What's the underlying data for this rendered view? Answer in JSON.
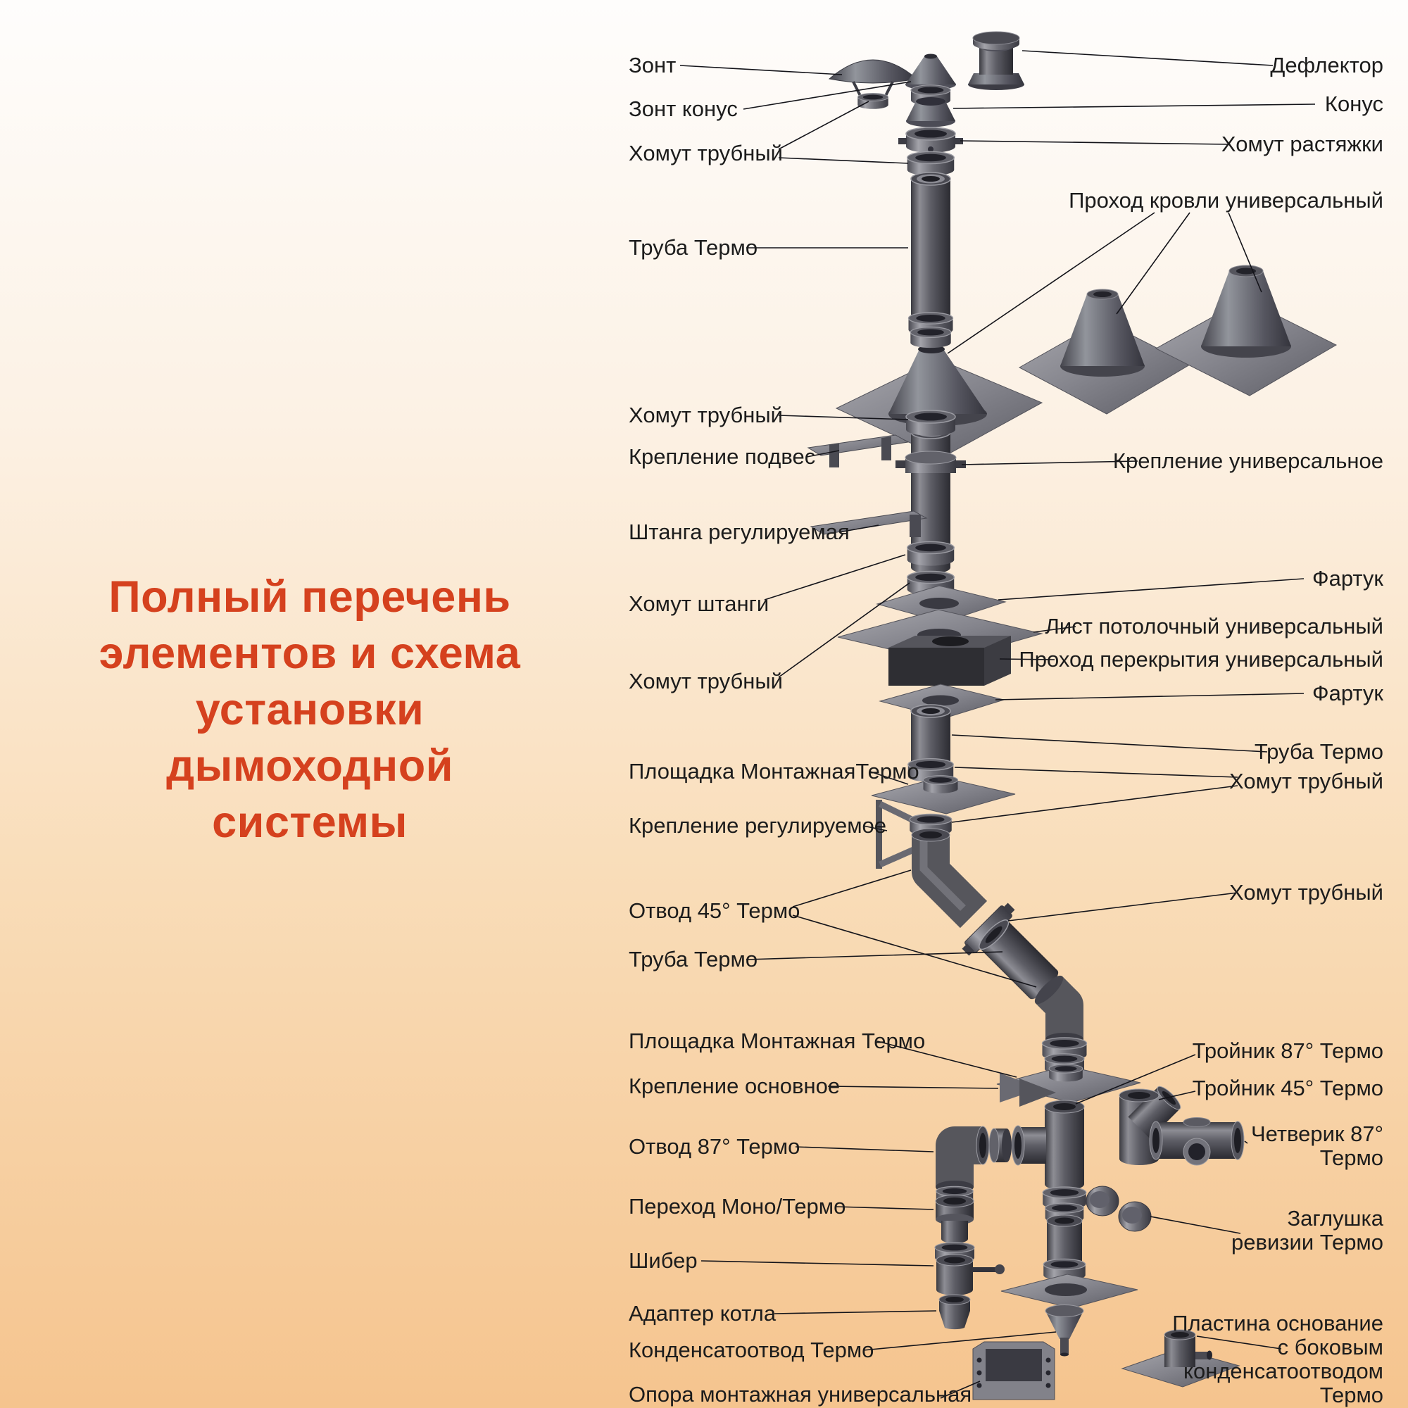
{
  "heading": {
    "lines": [
      "Полный перечень",
      "элементов и схема",
      "установки",
      "дымоходной",
      "системы"
    ]
  },
  "labels": {
    "left": [
      {
        "text": "Зонт"
      },
      {
        "text": "Зонт конус"
      },
      {
        "text": "Хомут трубный"
      },
      {
        "text": "Труба Термо"
      },
      {
        "text": "Хомут трубный"
      },
      {
        "text": "Крепление подвес"
      },
      {
        "text": "Штанга регулируемая"
      },
      {
        "text": "Хомут штанги"
      },
      {
        "text": "Хомут трубный"
      },
      {
        "text": "Площадка МонтажнаяТермо"
      },
      {
        "text": "Крепление регулируемое"
      },
      {
        "text": "Отвод 45° Термо"
      },
      {
        "text": "Труба Термо"
      },
      {
        "text": "Площадка Монтажная Термо"
      },
      {
        "text": "Крепление основное"
      },
      {
        "text": "Отвод 87° Термо"
      },
      {
        "text": "Переход Моно/Термо"
      },
      {
        "text": "Шибер"
      },
      {
        "text": "Адаптер котла"
      },
      {
        "text": "Конденсатоотвод Термо"
      },
      {
        "text": "Опора монтажная универсальная"
      }
    ],
    "right": [
      {
        "text": "Дефлектор"
      },
      {
        "text": "Конус"
      },
      {
        "text": "Хомут растяжки"
      },
      {
        "text": "Проход кровли универсальный"
      },
      {
        "text": "Крепление универсальное"
      },
      {
        "text": "Фартук"
      },
      {
        "text": "Лист потолочный универсальный"
      },
      {
        "text": "Проход перекрытия универсальный"
      },
      {
        "text": "Фартук"
      },
      {
        "text": "Труба Термо"
      },
      {
        "text": "Хомут трубный"
      },
      {
        "text": "Хомут трубный"
      },
      {
        "text": "Тройник 87° Термо"
      },
      {
        "text": "Тройник 45° Термо"
      },
      {
        "text": "Четверик 87°\nТермо"
      },
      {
        "text": "Заглушка\nревизии Термо"
      },
      {
        "text": "Пластина основание\nс боковым\nконденсатоотводом\nТермо"
      }
    ]
  },
  "colors": {
    "heading": "#d5411e",
    "label_text": "#1c1c1c",
    "background_top": "#fefdfc",
    "background_bottom": "#f5c48e",
    "metal_dark": "#3a3a40",
    "metal_light": "#8d8d94"
  }
}
